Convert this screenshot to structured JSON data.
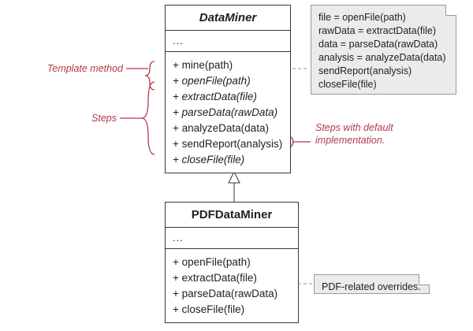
{
  "diagram": {
    "classes": [
      {
        "name": "DataMiner",
        "abstract": true,
        "attributes": "...",
        "operations": [
          {
            "text": "+ mine(path)",
            "abstract": false
          },
          {
            "text": "+ openFile(path)",
            "abstract": true
          },
          {
            "text": "+ extractData(file)",
            "abstract": true
          },
          {
            "text": "+ parseData(rawData)",
            "abstract": true
          },
          {
            "text": "+ analyzeData(data)",
            "abstract": false
          },
          {
            "text": "+ sendReport(analysis)",
            "abstract": false
          },
          {
            "text": "+ closeFile(file)",
            "abstract": true
          }
        ]
      },
      {
        "name": "PDFDataMiner",
        "abstract": false,
        "attributes": "...",
        "operations": [
          {
            "text": "+ openFile(path)",
            "abstract": false
          },
          {
            "text": "+ extractData(file)",
            "abstract": false
          },
          {
            "text": "+ parseData(rawData)",
            "abstract": false
          },
          {
            "text": "+ closeFile(file)",
            "abstract": false
          }
        ]
      }
    ],
    "notes": [
      {
        "id": "mine-body",
        "lines": [
          "file = openFile(path)",
          "rawData = extractData(file)",
          "data = parseData(rawData)",
          "analysis = analyzeData(data)",
          "sendReport(analysis)",
          "closeFile(file)"
        ]
      },
      {
        "id": "pdf-note",
        "lines": [
          "PDF-related overrides."
        ]
      }
    ],
    "annotations": [
      {
        "id": "template-method",
        "text": "Template method"
      },
      {
        "id": "steps",
        "text": "Steps"
      },
      {
        "id": "steps-default",
        "line1": "Steps with default",
        "line2": "implementation."
      }
    ],
    "colors": {
      "accent": "#b03a48",
      "highlight_fill": "#f5d9d9",
      "note_fill": "#ebebeb",
      "line": "#35373a"
    }
  }
}
